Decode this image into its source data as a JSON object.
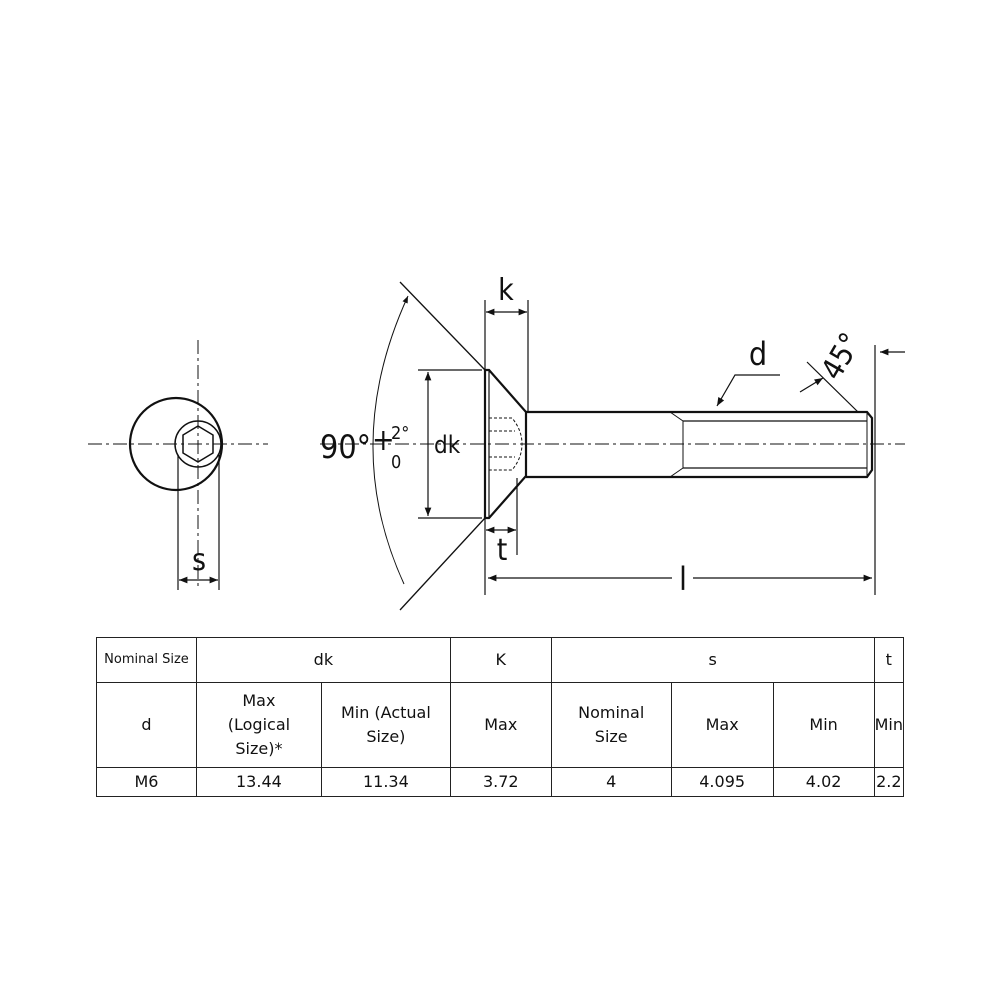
{
  "drawing": {
    "labels": {
      "s": "s",
      "angle_main": "90°",
      "angle_plus": "+",
      "angle_upper": "2°",
      "angle_lower": "0",
      "dk": "dk",
      "k": "k",
      "t": "t",
      "d": "d",
      "l": "l",
      "chamfer": "45°"
    }
  },
  "table": {
    "header_row": [
      "Nominal Size",
      "dk",
      "K",
      "s",
      "t"
    ],
    "sub_header": [
      "d",
      "Max (Logical Size)*",
      "Min (Actual Size)",
      "Max",
      "Nominal Size",
      "Max",
      "Min",
      "Min"
    ],
    "rows": [
      [
        "M6",
        "13.44",
        "11.34",
        "3.72",
        "4",
        "4.095",
        "4.02",
        "2.2"
      ]
    ]
  }
}
